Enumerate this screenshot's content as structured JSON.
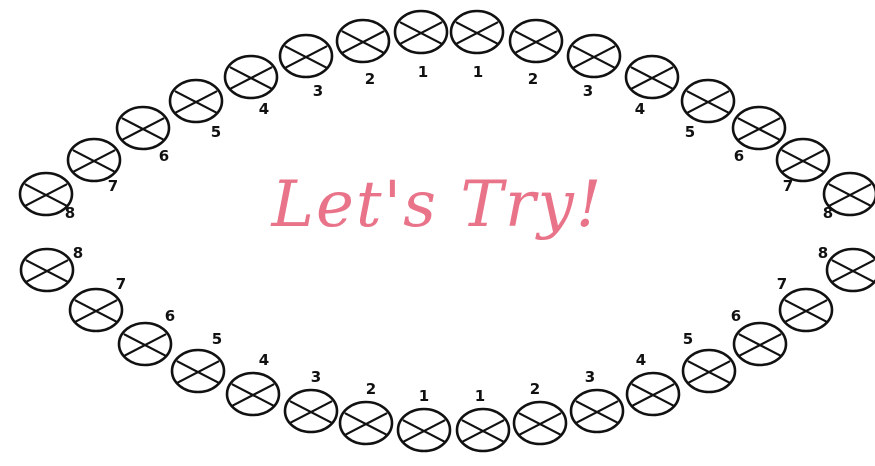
{
  "title": "Let's Try!",
  "colors": {
    "title": "#e9748a",
    "stroke": "#111111"
  },
  "dental_chart": {
    "upper_arch": {
      "left_labels": [
        "8",
        "7",
        "6",
        "5",
        "4",
        "3",
        "2",
        "1"
      ],
      "right_labels": [
        "1",
        "2",
        "3",
        "4",
        "5",
        "6",
        "7",
        "8"
      ]
    },
    "lower_arch": {
      "left_labels": [
        "8",
        "7",
        "6",
        "5",
        "4",
        "3",
        "2",
        "1"
      ],
      "right_labels": [
        "1",
        "2",
        "3",
        "4",
        "5",
        "6",
        "7",
        "8"
      ]
    }
  }
}
